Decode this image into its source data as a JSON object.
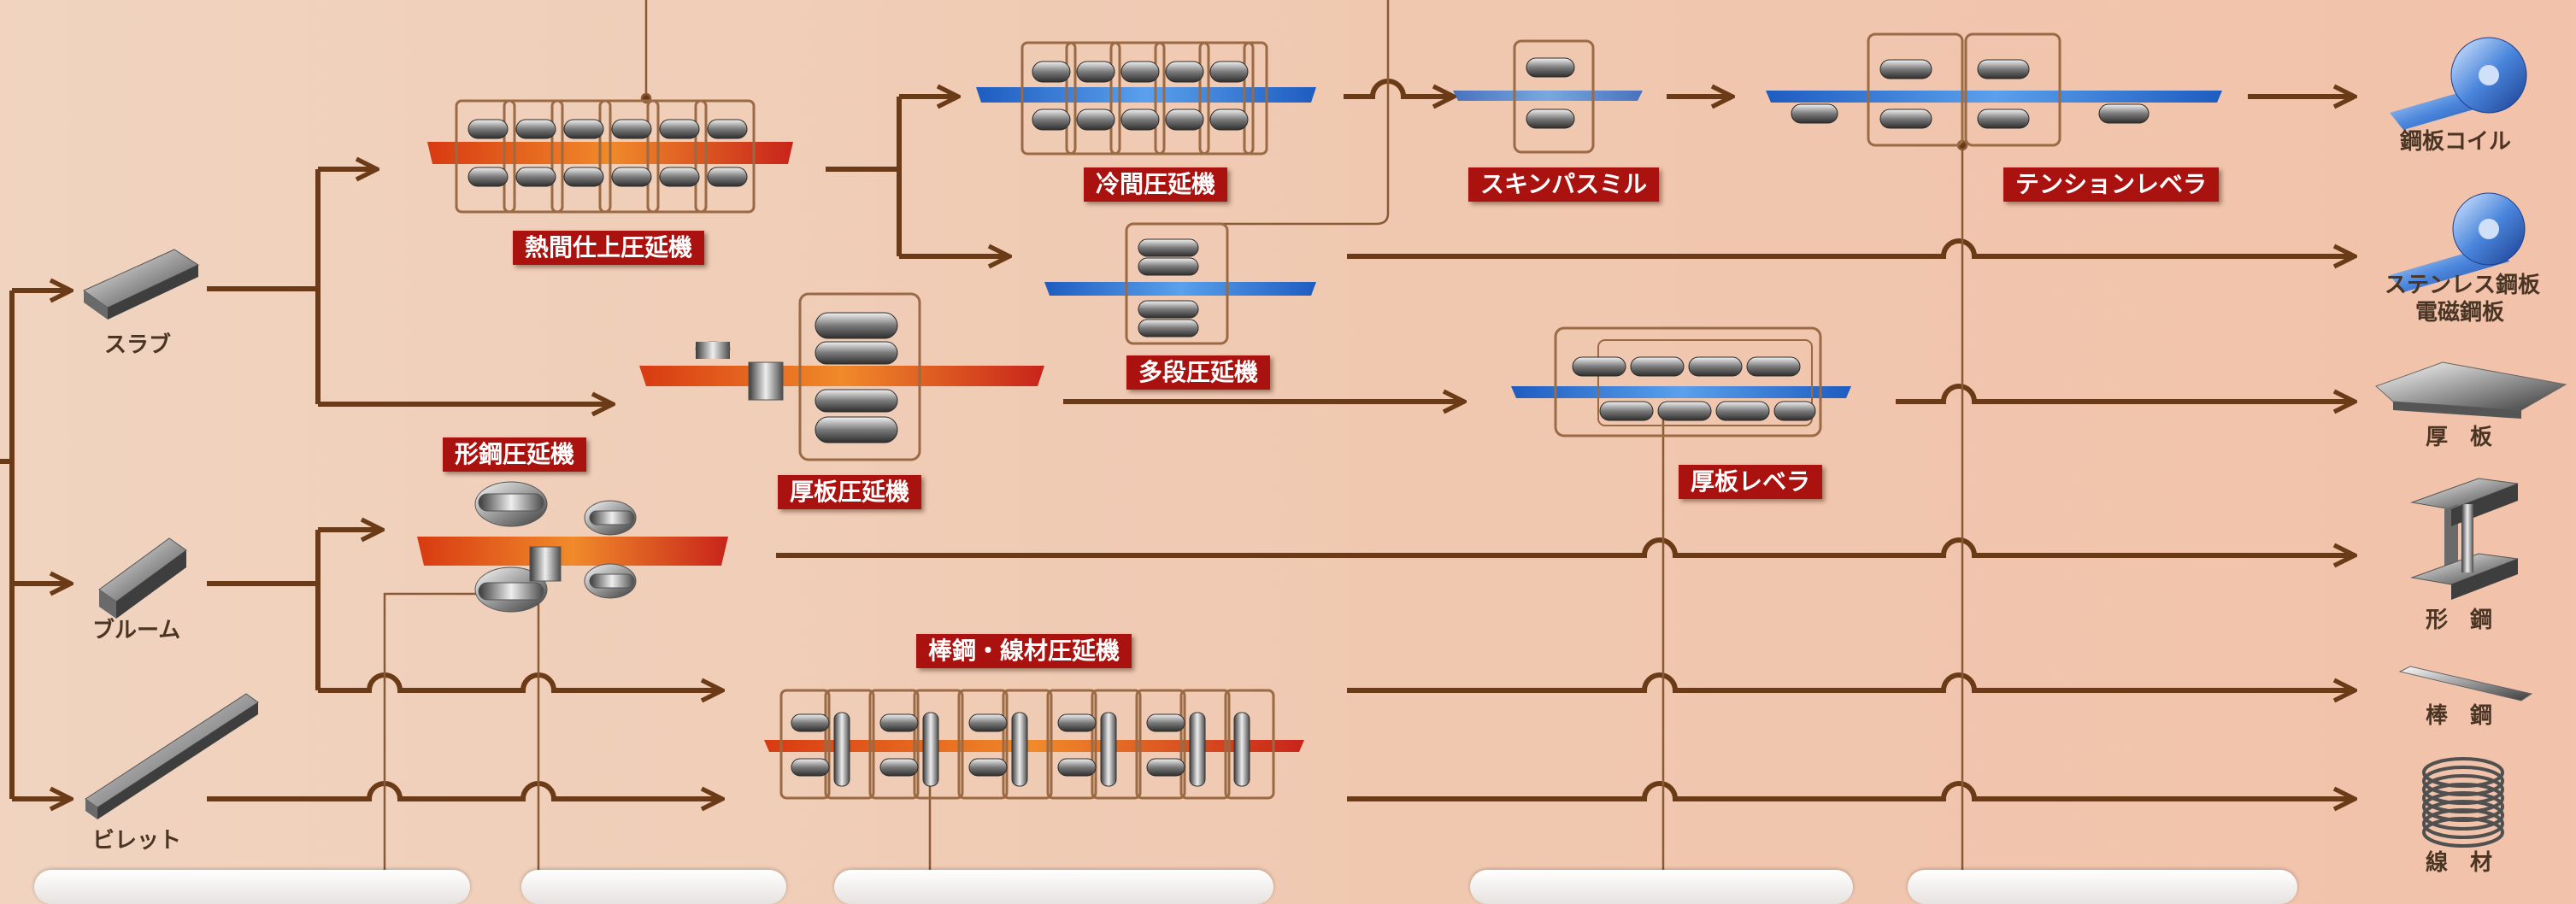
{
  "mills": {
    "hot_finishing": "熱間仕上圧延機",
    "cold_rolling": "冷間圧延機",
    "skin_pass": "スキンパスミル",
    "tension_leveler": "テンションレベラ",
    "multi_stage": "多段圧延機",
    "plate_mill": "厚板圧延機",
    "plate_leveler": "厚板レベラ",
    "section_mill": "形鋼圧延機",
    "bar_wire_mill": "棒鋼・線材圧延機"
  },
  "inputs": {
    "slab": "スラブ",
    "bloom": "ブルーム",
    "billet": "ビレット"
  },
  "products": {
    "coil": "鋼板コイル",
    "stainless_1": "ステンレス鋼板",
    "stainless_2": "電磁鋼板",
    "plate": "厚　板",
    "shape": "形　鋼",
    "bar": "棒　鋼",
    "wire": "線　材"
  },
  "colors": {
    "line": "#6b3a17",
    "label_bg": "#a9120f",
    "strip_hot": "#e0501a",
    "strip_cold": "#2a78d6",
    "mill_stroke": "#9a6a44"
  }
}
